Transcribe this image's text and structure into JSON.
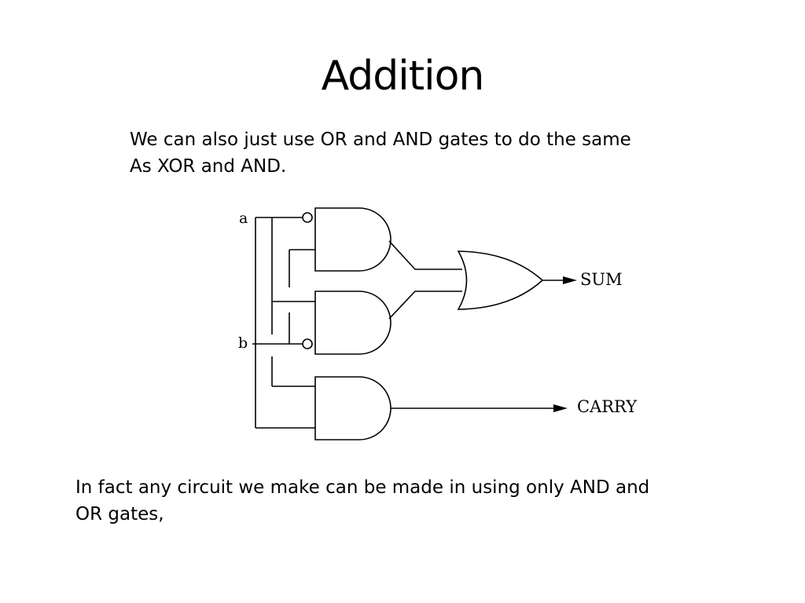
{
  "slide": {
    "title": "Addition",
    "intro_lines": [
      "We can also just use OR and AND gates to do the same",
      "As XOR and AND."
    ],
    "footer_lines": [
      "In fact any circuit we make can be made in using only AND and",
      "OR gates,"
    ]
  },
  "circuit": {
    "input_a": "a",
    "input_b": "b",
    "output_sum": "SUM",
    "output_carry": "CARRY"
  }
}
